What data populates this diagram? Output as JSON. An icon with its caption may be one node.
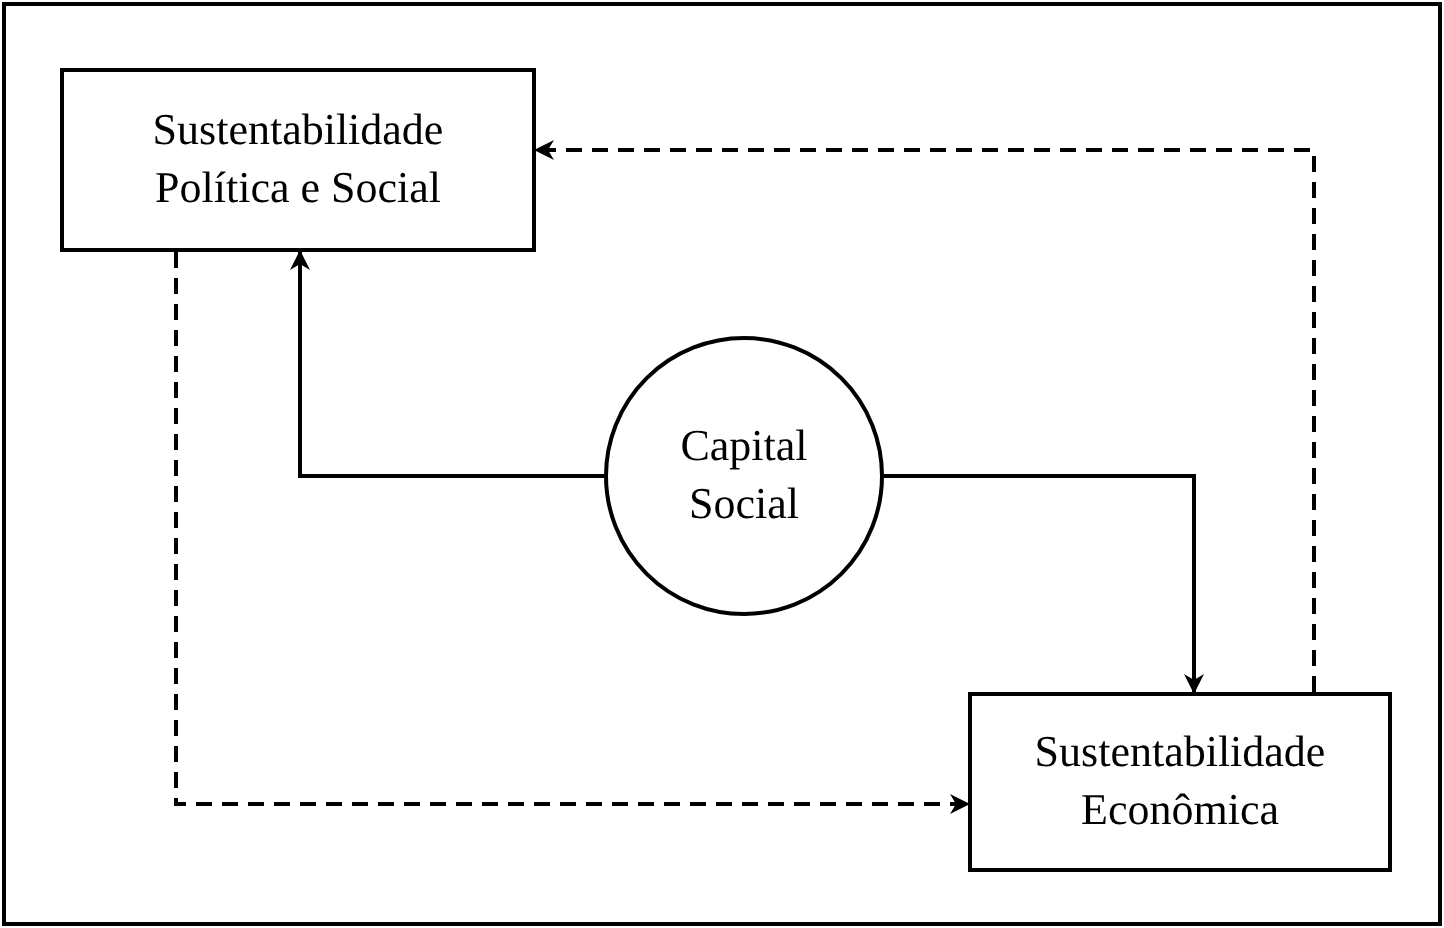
{
  "diagram": {
    "nodes": [
      {
        "text": [
          "Sustentabilidade Política e Social"
        ]
      },
      {
        "text": [
          "Capital Social"
        ]
      },
      {
        "text": [
          "Sustentabilidade Econômica"
        ]
      }
    ],
    "edges": [
      {
        "from": 1,
        "to": 0,
        "arrow": "to"
      },
      {
        "from": 1,
        "to": 2,
        "arrow": "to"
      },
      {
        "from": 0,
        "to": 2,
        "arrow": "to",
        "style": "dashed"
      },
      {
        "from": 2,
        "to": 0,
        "arrow": "to",
        "style": "dashed"
      }
    ]
  }
}
